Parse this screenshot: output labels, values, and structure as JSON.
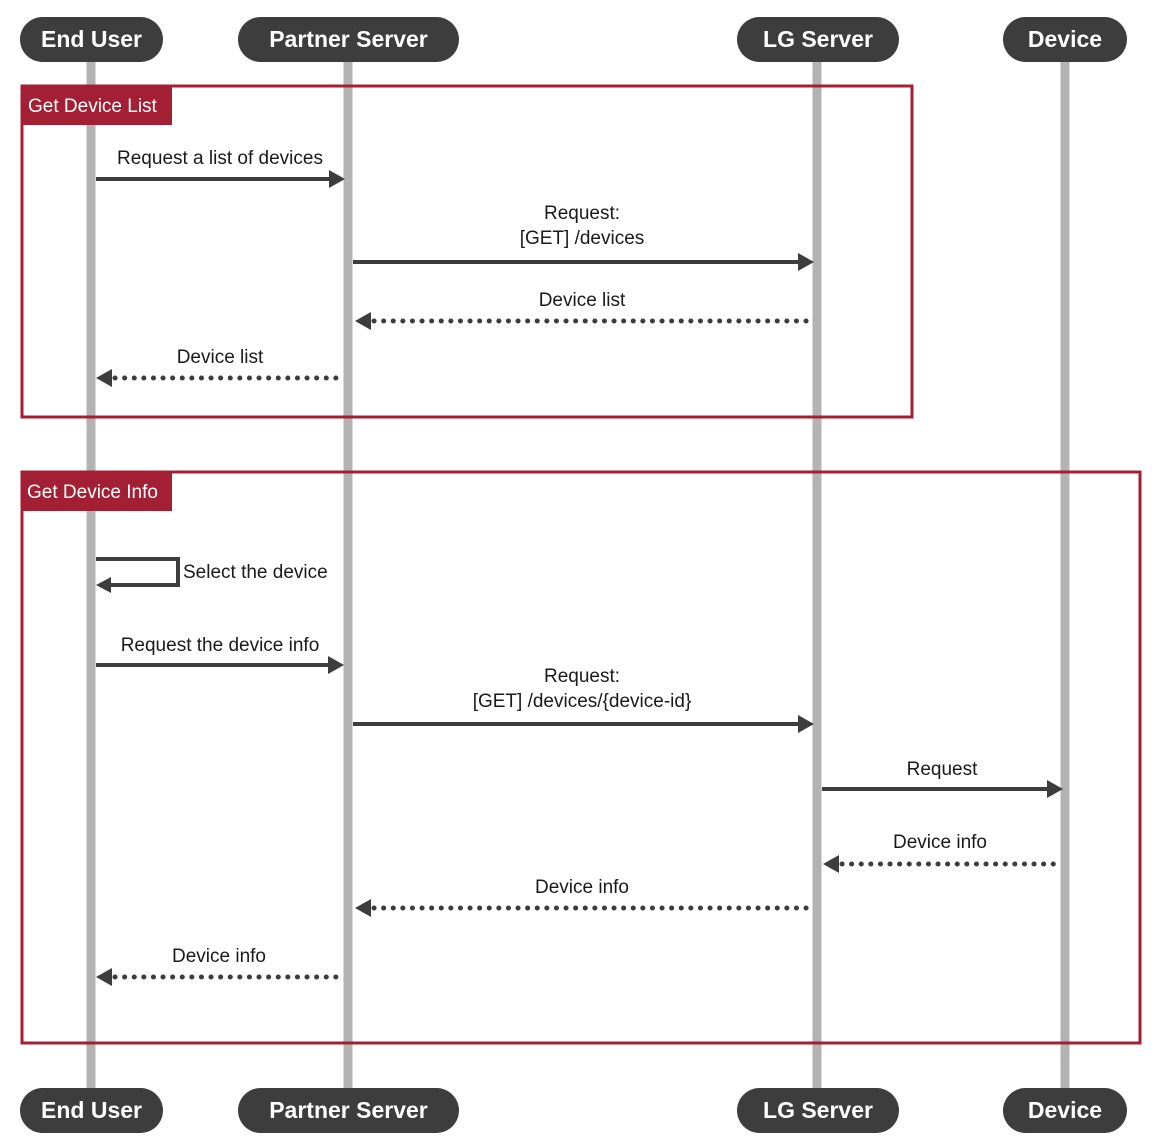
{
  "participants": [
    {
      "id": "end_user",
      "label": "End User"
    },
    {
      "id": "partner_server",
      "label": "Partner Server"
    },
    {
      "id": "lg_server",
      "label": "LG Server"
    },
    {
      "id": "device",
      "label": "Device"
    }
  ],
  "frames": [
    {
      "id": "get_device_list",
      "label": "Get Device List"
    },
    {
      "id": "get_device_info",
      "label": "Get Device Info"
    }
  ],
  "messages": [
    {
      "from": "end_user",
      "to": "partner_server",
      "style": "solid",
      "lines": [
        "Request a list of devices"
      ]
    },
    {
      "from": "partner_server",
      "to": "lg_server",
      "style": "solid",
      "lines": [
        "Request:",
        "[GET] /devices"
      ]
    },
    {
      "from": "lg_server",
      "to": "partner_server",
      "style": "dotted",
      "lines": [
        "Device list"
      ]
    },
    {
      "from": "partner_server",
      "to": "end_user",
      "style": "dotted",
      "lines": [
        "Device list"
      ]
    },
    {
      "from": "end_user",
      "to": "end_user",
      "style": "self",
      "lines": [
        "Select the device"
      ]
    },
    {
      "from": "end_user",
      "to": "partner_server",
      "style": "solid",
      "lines": [
        "Request the device info"
      ]
    },
    {
      "from": "partner_server",
      "to": "lg_server",
      "style": "solid",
      "lines": [
        "Request:",
        "[GET] /devices/{device-id}"
      ]
    },
    {
      "from": "lg_server",
      "to": "device",
      "style": "solid",
      "lines": [
        "Request"
      ]
    },
    {
      "from": "device",
      "to": "lg_server",
      "style": "dotted",
      "lines": [
        "Device info"
      ]
    },
    {
      "from": "lg_server",
      "to": "partner_server",
      "style": "dotted",
      "lines": [
        "Device info"
      ]
    },
    {
      "from": "partner_server",
      "to": "end_user",
      "style": "dotted",
      "lines": [
        "Device info"
      ]
    }
  ],
  "colors": {
    "participant_fill": "#3d3d3d",
    "lifeline": "#b3b3b3",
    "frame_accent": "#a31f34",
    "arrow": "#3d3d3d"
  }
}
